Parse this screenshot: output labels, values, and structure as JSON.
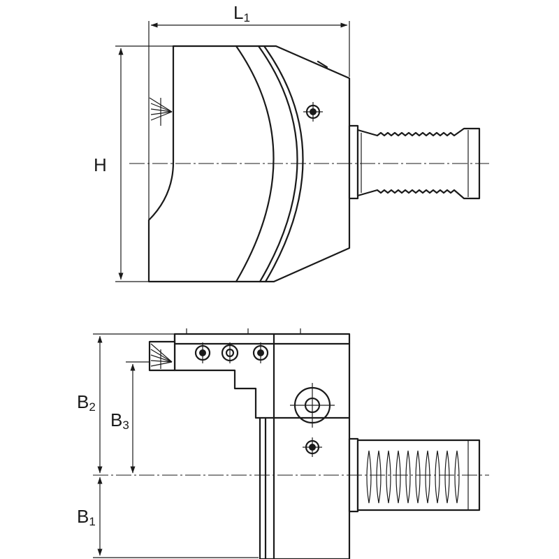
{
  "dimensions": {
    "L1": {
      "main": "L",
      "sub": "1"
    },
    "H": {
      "main": "H",
      "sub": ""
    },
    "B2": {
      "main": "B",
      "sub": "2"
    },
    "B3": {
      "main": "B",
      "sub": "3"
    },
    "B1": {
      "main": "B",
      "sub": "1"
    }
  },
  "colors": {
    "line": "#1a1a1a",
    "background": "#ffffff"
  },
  "icons": [
    "arrow-head",
    "cutting-insert-hatch",
    "screw-head",
    "serration"
  ]
}
